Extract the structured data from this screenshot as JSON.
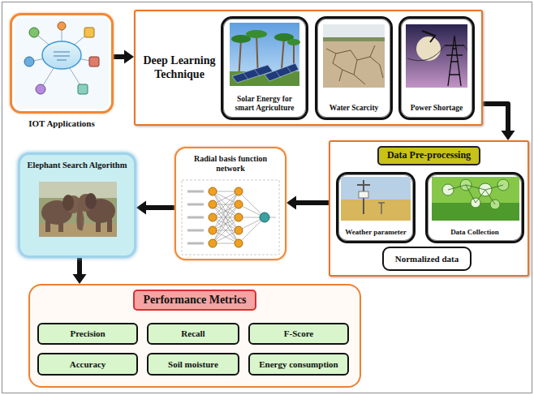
{
  "diagram": {
    "nodes": [
      {
        "text": [
          "IOT Applications"
        ]
      },
      {
        "text": [
          "Deep Learning Technique"
        ]
      },
      {
        "text": [
          "Solar Energy for smart Agriculture"
        ],
        "in": 1
      },
      {
        "text": [
          "Water Scarcity"
        ],
        "in": 1
      },
      {
        "text": [
          "Power Shortage"
        ],
        "in": 1
      },
      {
        "text": [
          "Data Pre-processing"
        ]
      },
      {
        "text": [
          "Weather parameter"
        ],
        "in": 5
      },
      {
        "text": [
          "Data Collection"
        ],
        "in": 5
      },
      {
        "text": [
          "Normalized data"
        ],
        "in": 5
      },
      {
        "text": [
          "Radial basis function network"
        ]
      },
      {
        "text": [
          "Elephant Search Algorithm"
        ]
      },
      {
        "text": [
          "Performance Metrics"
        ]
      },
      {
        "text": [
          "Precision"
        ],
        "in": 11
      },
      {
        "text": [
          "Recall"
        ],
        "in": 11
      },
      {
        "text": [
          "F-Score"
        ],
        "in": 11
      },
      {
        "text": [
          "Accuracy"
        ],
        "in": 11
      },
      {
        "text": [
          "Soil moisture"
        ],
        "in": 11
      },
      {
        "text": [
          "Energy consumption"
        ],
        "in": 11
      }
    ],
    "edges": [
      {
        "from": 0,
        "to": 1,
        "arrow": "to"
      },
      {
        "from": 1,
        "to": 5,
        "arrow": "to"
      },
      {
        "from": 5,
        "to": 9,
        "arrow": "to"
      },
      {
        "from": 9,
        "to": 10,
        "arrow": "to"
      },
      {
        "from": 10,
        "to": 11,
        "arrow": "to"
      }
    ]
  }
}
